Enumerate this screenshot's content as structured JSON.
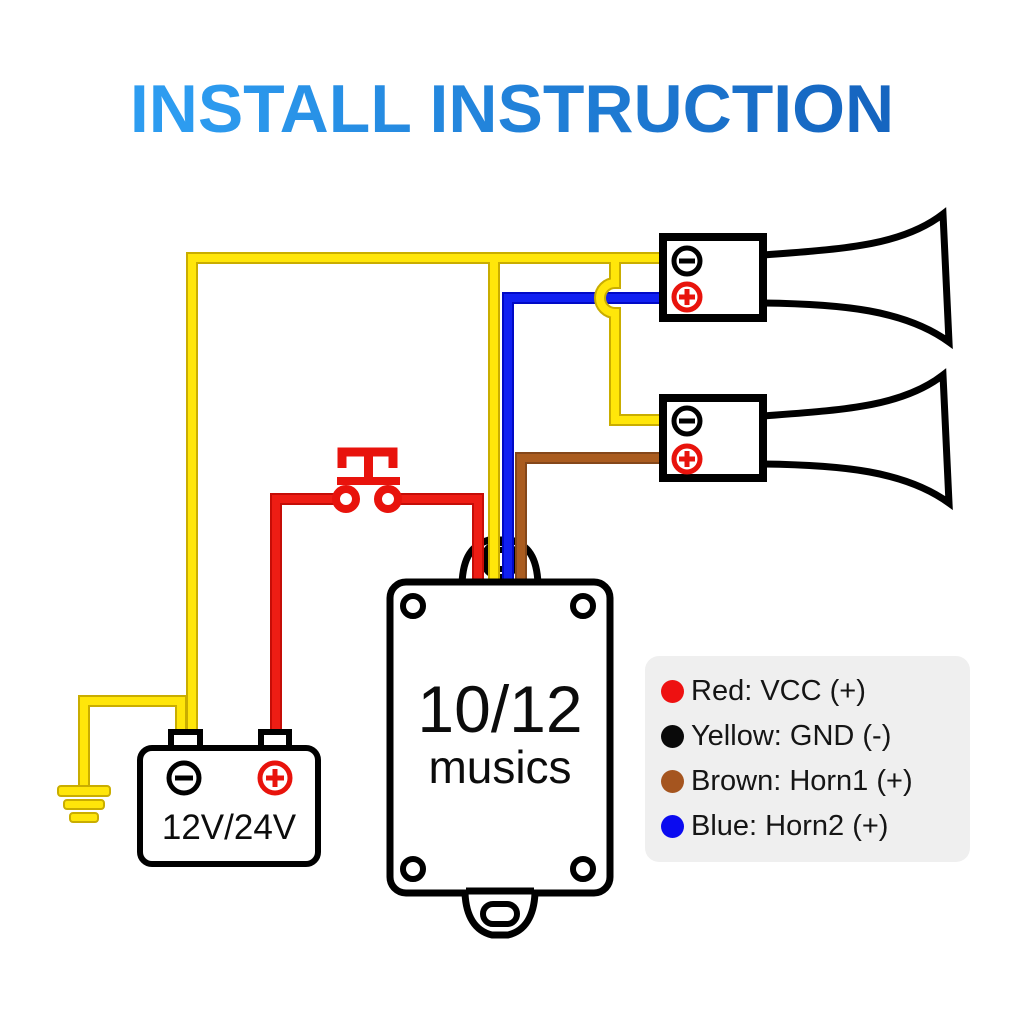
{
  "title": "INSTALL INSTRUCTION",
  "colors": {
    "title_gradient_start": "#2d9cf0",
    "title_gradient_end": "#1565c0",
    "wire_red": "#ee1d14",
    "wire_yellow": "#ffe60a",
    "wire_blue": "#1020f2",
    "wire_brown": "#aa5c1f"
  },
  "battery": {
    "voltage_label": "12V/24V"
  },
  "controller": {
    "line1": "10/12",
    "line2": "musics"
  },
  "legend": {
    "items": [
      {
        "color": "#ee1111",
        "label": "Red: VCC (+)"
      },
      {
        "color": "#0a0a0a",
        "label": "Yellow: GND (-)"
      },
      {
        "color": "#a5551f",
        "label": "Brown: Horn1 (+)"
      },
      {
        "color": "#0b0bf0",
        "label": "Blue: Horn2 (+)"
      }
    ]
  }
}
